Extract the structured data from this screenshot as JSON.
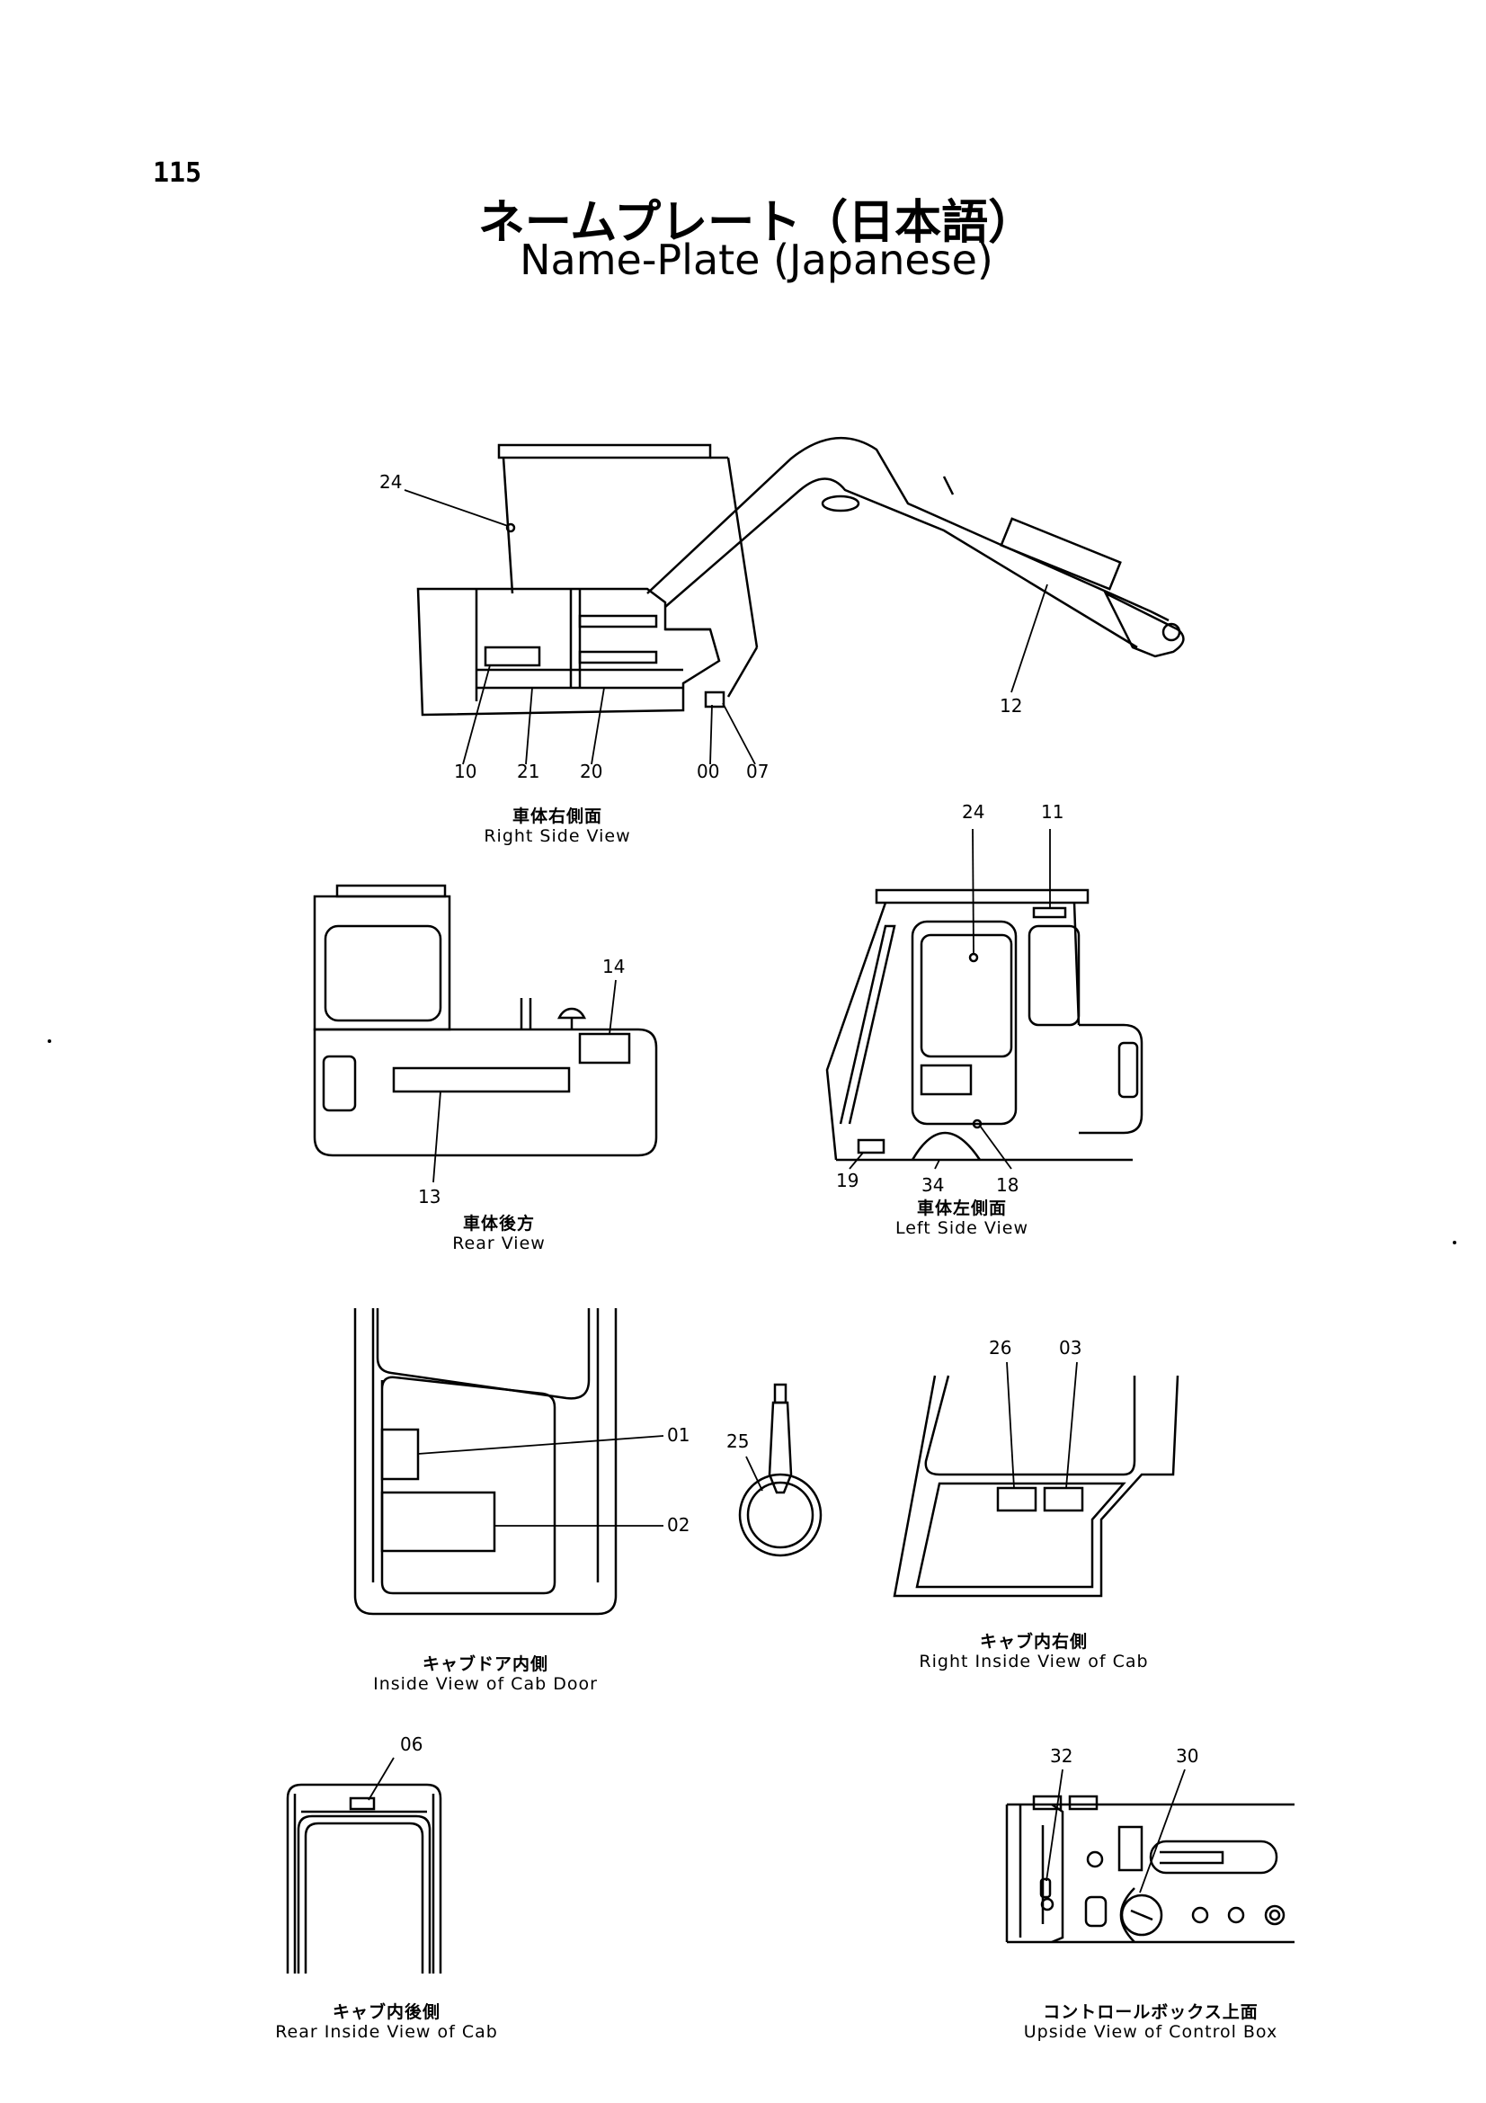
{
  "page_number": "115",
  "title_ja": "ネームプレート（日本語）",
  "title_en": "Name-Plate (Japanese)",
  "views": [
    {
      "id": "right-side",
      "caption_ja": "車体右側面",
      "caption_en": "Right Side View"
    },
    {
      "id": "rear",
      "caption_ja": "車体後方",
      "caption_en": "Rear View"
    },
    {
      "id": "left-side",
      "caption_ja": "車体左側面",
      "caption_en": "Left Side View"
    },
    {
      "id": "cab-door",
      "caption_ja": "キャブドア内側",
      "caption_en": "Inside View of Cab Door"
    },
    {
      "id": "cab-right",
      "caption_ja": "キャブ内右側",
      "caption_en": "Right Inside View of Cab"
    },
    {
      "id": "cab-rear",
      "caption_ja": "キャブ内後側",
      "caption_en": "Rear Inside View of Cab"
    },
    {
      "id": "control-box",
      "caption_ja": "コントロールボックス上面",
      "caption_en": "Upside View of Control Box"
    }
  ],
  "callouts": {
    "rs_24": "24",
    "rs_12": "12",
    "rs_10": "10",
    "rs_21": "21",
    "rs_20": "20",
    "rs_00": "00",
    "rs_07": "07",
    "rv_14": "14",
    "rv_13": "13",
    "ls_24": "24",
    "ls_11": "11",
    "ls_19": "19",
    "ls_34": "34",
    "ls_18": "18",
    "cd_01": "01",
    "cd_02": "02",
    "cd_25": "25",
    "cr_26": "26",
    "cr_03": "03",
    "rc_06": "06",
    "cb_32": "32",
    "cb_30": "30"
  }
}
